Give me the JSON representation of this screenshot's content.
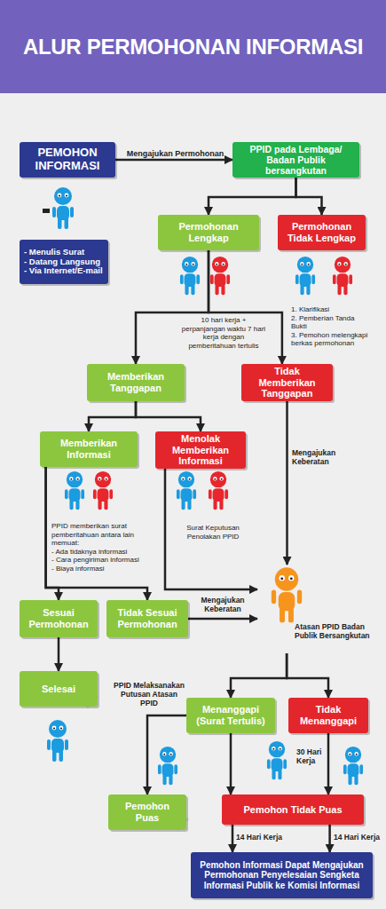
{
  "diagram": {
    "title": "ALUR PERMOHONAN INFORMASI",
    "nodes": [
      {
        "text": [
          "PEMOHON INFORMASI"
        ]
      },
      {
        "text": [
          "PPID pada Lembaga/ Badan Publik bersangkutan"
        ]
      },
      {
        "text": [
          "- Menulis Surat",
          "- Datang Langsung",
          "- Via Internet/E-mail"
        ]
      },
      {
        "text": [
          "Permohonan Lengkap"
        ]
      },
      {
        "text": [
          "Permohonan Tidak Lengkap"
        ]
      },
      {
        "text": [
          "Memberikan Tanggapan"
        ]
      },
      {
        "text": [
          "Tidak Memberikan Tanggapan"
        ]
      },
      {
        "text": [
          "Memberikan Informasi"
        ]
      },
      {
        "text": [
          "Menolak Memberikan Informasi"
        ]
      },
      {
        "text": [
          "Sesuai Permohonan"
        ]
      },
      {
        "text": [
          "Tidak Sesuai Permohonan"
        ]
      },
      {
        "text": [
          "Atasan PPID Badan Publik Bersangkutan"
        ]
      },
      {
        "text": [
          "Selesai"
        ]
      },
      {
        "text": [
          "Menanggapi (Surat Tertulis)"
        ]
      },
      {
        "text": [
          "Tidak Menanggapi"
        ]
      },
      {
        "text": [
          "Pemohon Puas"
        ]
      },
      {
        "text": [
          "Pemohon Tidak Puas"
        ]
      },
      {
        "text": [
          "Pemohon Informasi Dapat Mengajukan Permohonan Penyelesaian Sengketa Informasi Publik ke Komisi Informasi"
        ]
      }
    ],
    "edges": [
      {
        "from": 0,
        "to": 1,
        "arrow": "to",
        "label": "Mengajukan Permohonan"
      },
      {
        "from": 1,
        "to": 3,
        "arrow": "to"
      },
      {
        "from": 1,
        "to": 4,
        "arrow": "to"
      },
      {
        "from": 3,
        "to": 5,
        "arrow": "to"
      },
      {
        "from": 3,
        "to": 6,
        "arrow": "to"
      },
      {
        "from": 5,
        "to": 7,
        "arrow": "to"
      },
      {
        "from": 5,
        "to": 8,
        "arrow": "to"
      },
      {
        "from": 6,
        "to": 11,
        "arrow": "to",
        "label": "Mengajukan Keberatan"
      },
      {
        "from": 8,
        "to": 11,
        "arrow": "to"
      },
      {
        "from": 7,
        "to": 9,
        "arrow": "to"
      },
      {
        "from": 7,
        "to": 10,
        "arrow": "to"
      },
      {
        "from": 10,
        "to": 11,
        "arrow": "to",
        "label": "Mengajukan Keberatan"
      },
      {
        "from": 9,
        "to": 12,
        "arrow": "to"
      },
      {
        "from": 11,
        "to": 13,
        "arrow": "to"
      },
      {
        "from": 11,
        "to": 14,
        "arrow": "to"
      },
      {
        "from": 13,
        "to": 15,
        "arrow": "to",
        "label": "PPID Melaksanakan Putusan Atasan PPID"
      },
      {
        "from": 13,
        "to": 16,
        "arrow": "to"
      },
      {
        "from": 14,
        "to": 16,
        "arrow": "to",
        "label": "30 Hari Kerja"
      },
      {
        "from": 16,
        "to": 17,
        "arrow": "to",
        "label": "14 Hari Kerja"
      },
      {
        "from": 16,
        "to": 17,
        "arrow": "to",
        "label": "14 Hari Kerja"
      }
    ],
    "labels": [
      "1. Klarifikasi",
      "2. Pemberian Tanda Bukti",
      "3. Pemohon melengkapi berkas permohonan",
      "10 hari kerja + perpanjangan waktu 7 hari kerja dengan pemberitahuan tertulis",
      "PPID memberikan surat pemberitahuan antara lain memuat:",
      "- Ada tidaknya informasi",
      "- Cara pengiriman informasi",
      "- Biaya informasi",
      "Surat Keputusan Penolakan PPID"
    ]
  }
}
